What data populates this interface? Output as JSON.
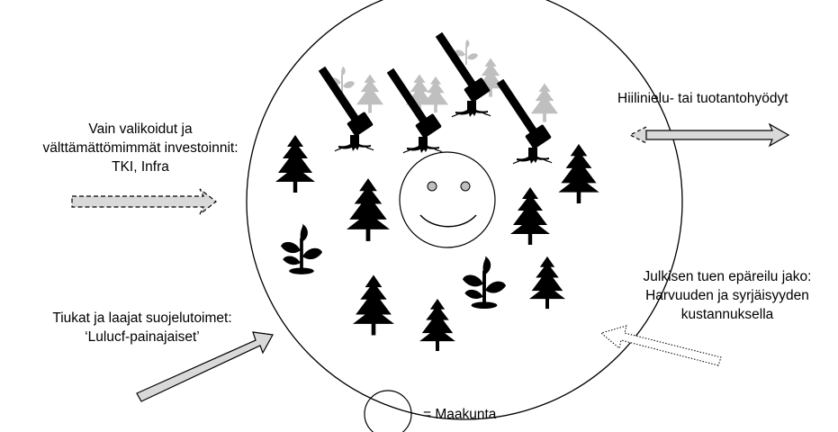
{
  "labels": {
    "investments_l1": "Vain valikoidut ja",
    "investments_l2": "välttämättömimmät investoinnit:",
    "investments_l3": "TKI, Infra",
    "carbon": "Hiilinielu- tai tuotantohyödyt",
    "protection_l1": "Tiukat ja laajat suojelutoimet:",
    "protection_l2": "‘Lulucf-painajaiset’",
    "support_l1": "Julkisen tuen epäreilu jako:",
    "support_l2": "Harvuuden ja syrjäisyyden",
    "support_l3": "kustannuksella"
  },
  "legend": {
    "text": "= Maakunta"
  },
  "icons": {
    "tree": "pine-tree-icon",
    "sapling": "sapling-icon",
    "hammer": "sledgehammer-icon",
    "stump": "tree-stump-icon",
    "face": "smiley-face-icon"
  },
  "colors": {
    "arrow_fill": "#d9d9d9",
    "ghost": "#bfbfbf",
    "ink": "#000000"
  }
}
